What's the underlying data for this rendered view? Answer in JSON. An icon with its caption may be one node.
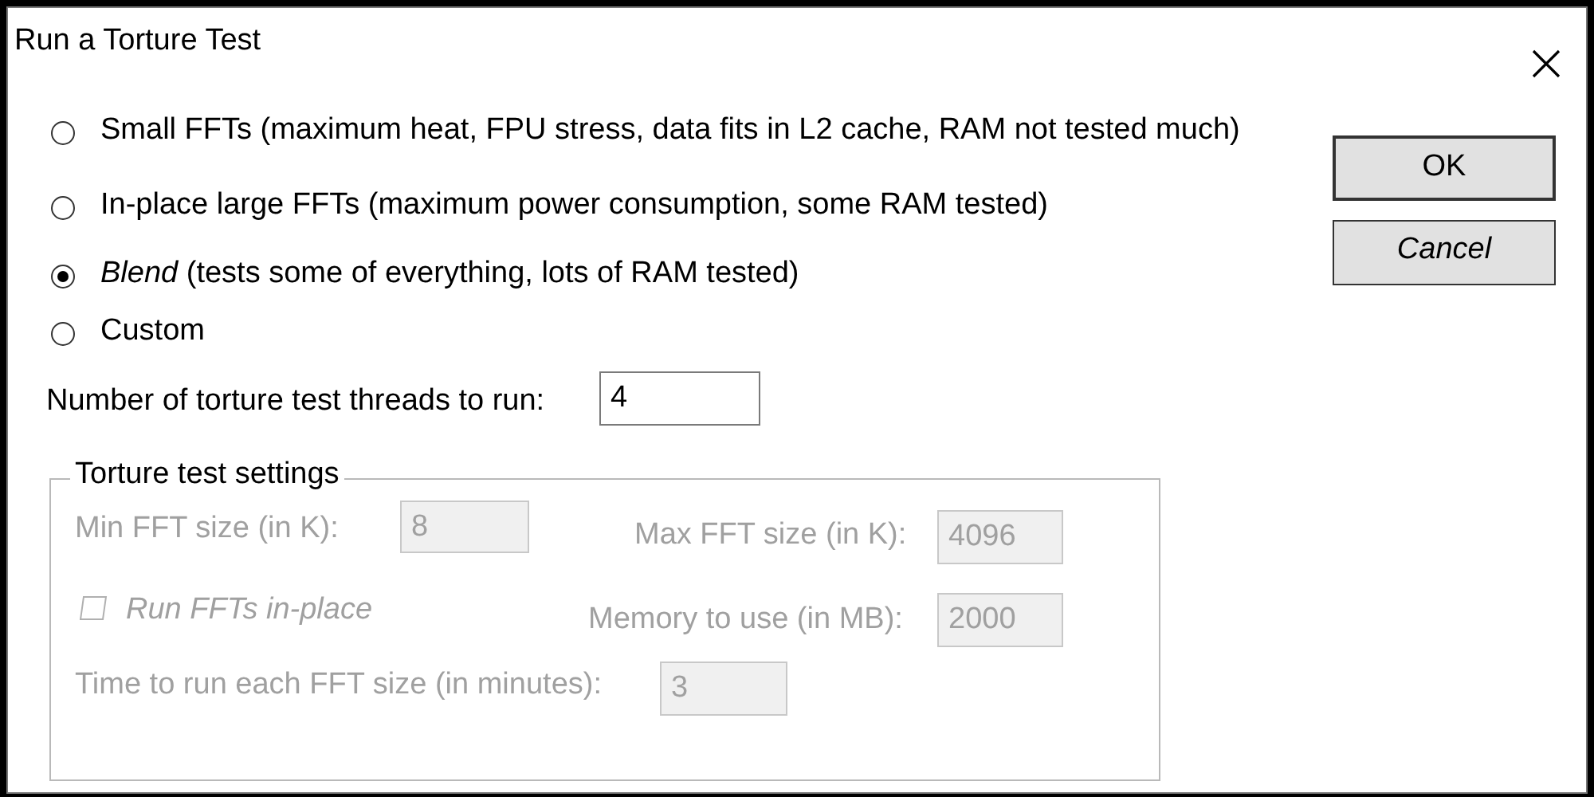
{
  "diagram": {
    "title": "Run a Torture Test",
    "nodes": [
      {
        "text": [
          "OK"
        ]
      },
      {
        "text": [
          "Cancel"
        ]
      },
      {
        "text": [
          "4"
        ]
      },
      {
        "text": [
          "Torture test settings"
        ]
      },
      {
        "text": [
          "8"
        ],
        "in": 3
      },
      {
        "text": [
          "4096"
        ],
        "in": 3
      },
      {
        "text": [
          "2000"
        ],
        "in": 3
      },
      {
        "text": [
          "3"
        ],
        "in": 3
      }
    ],
    "labels": [
      "Small FFTs (maximum heat, FPU stress, data fits in L2 cache, RAM not tested much)",
      "In-place large FFTs (maximum power consumption, some RAM tested)",
      "*Blend* (tests some of everything, lots of RAM tested)",
      "Custom",
      "Number of torture test threads to run:",
      "Min FFT size (in K):",
      "Max FFT size (in K):",
      "Run FFTs in-place",
      "Memory to use (in MB):",
      "Time to run each FFT size (in minutes):"
    ]
  }
}
